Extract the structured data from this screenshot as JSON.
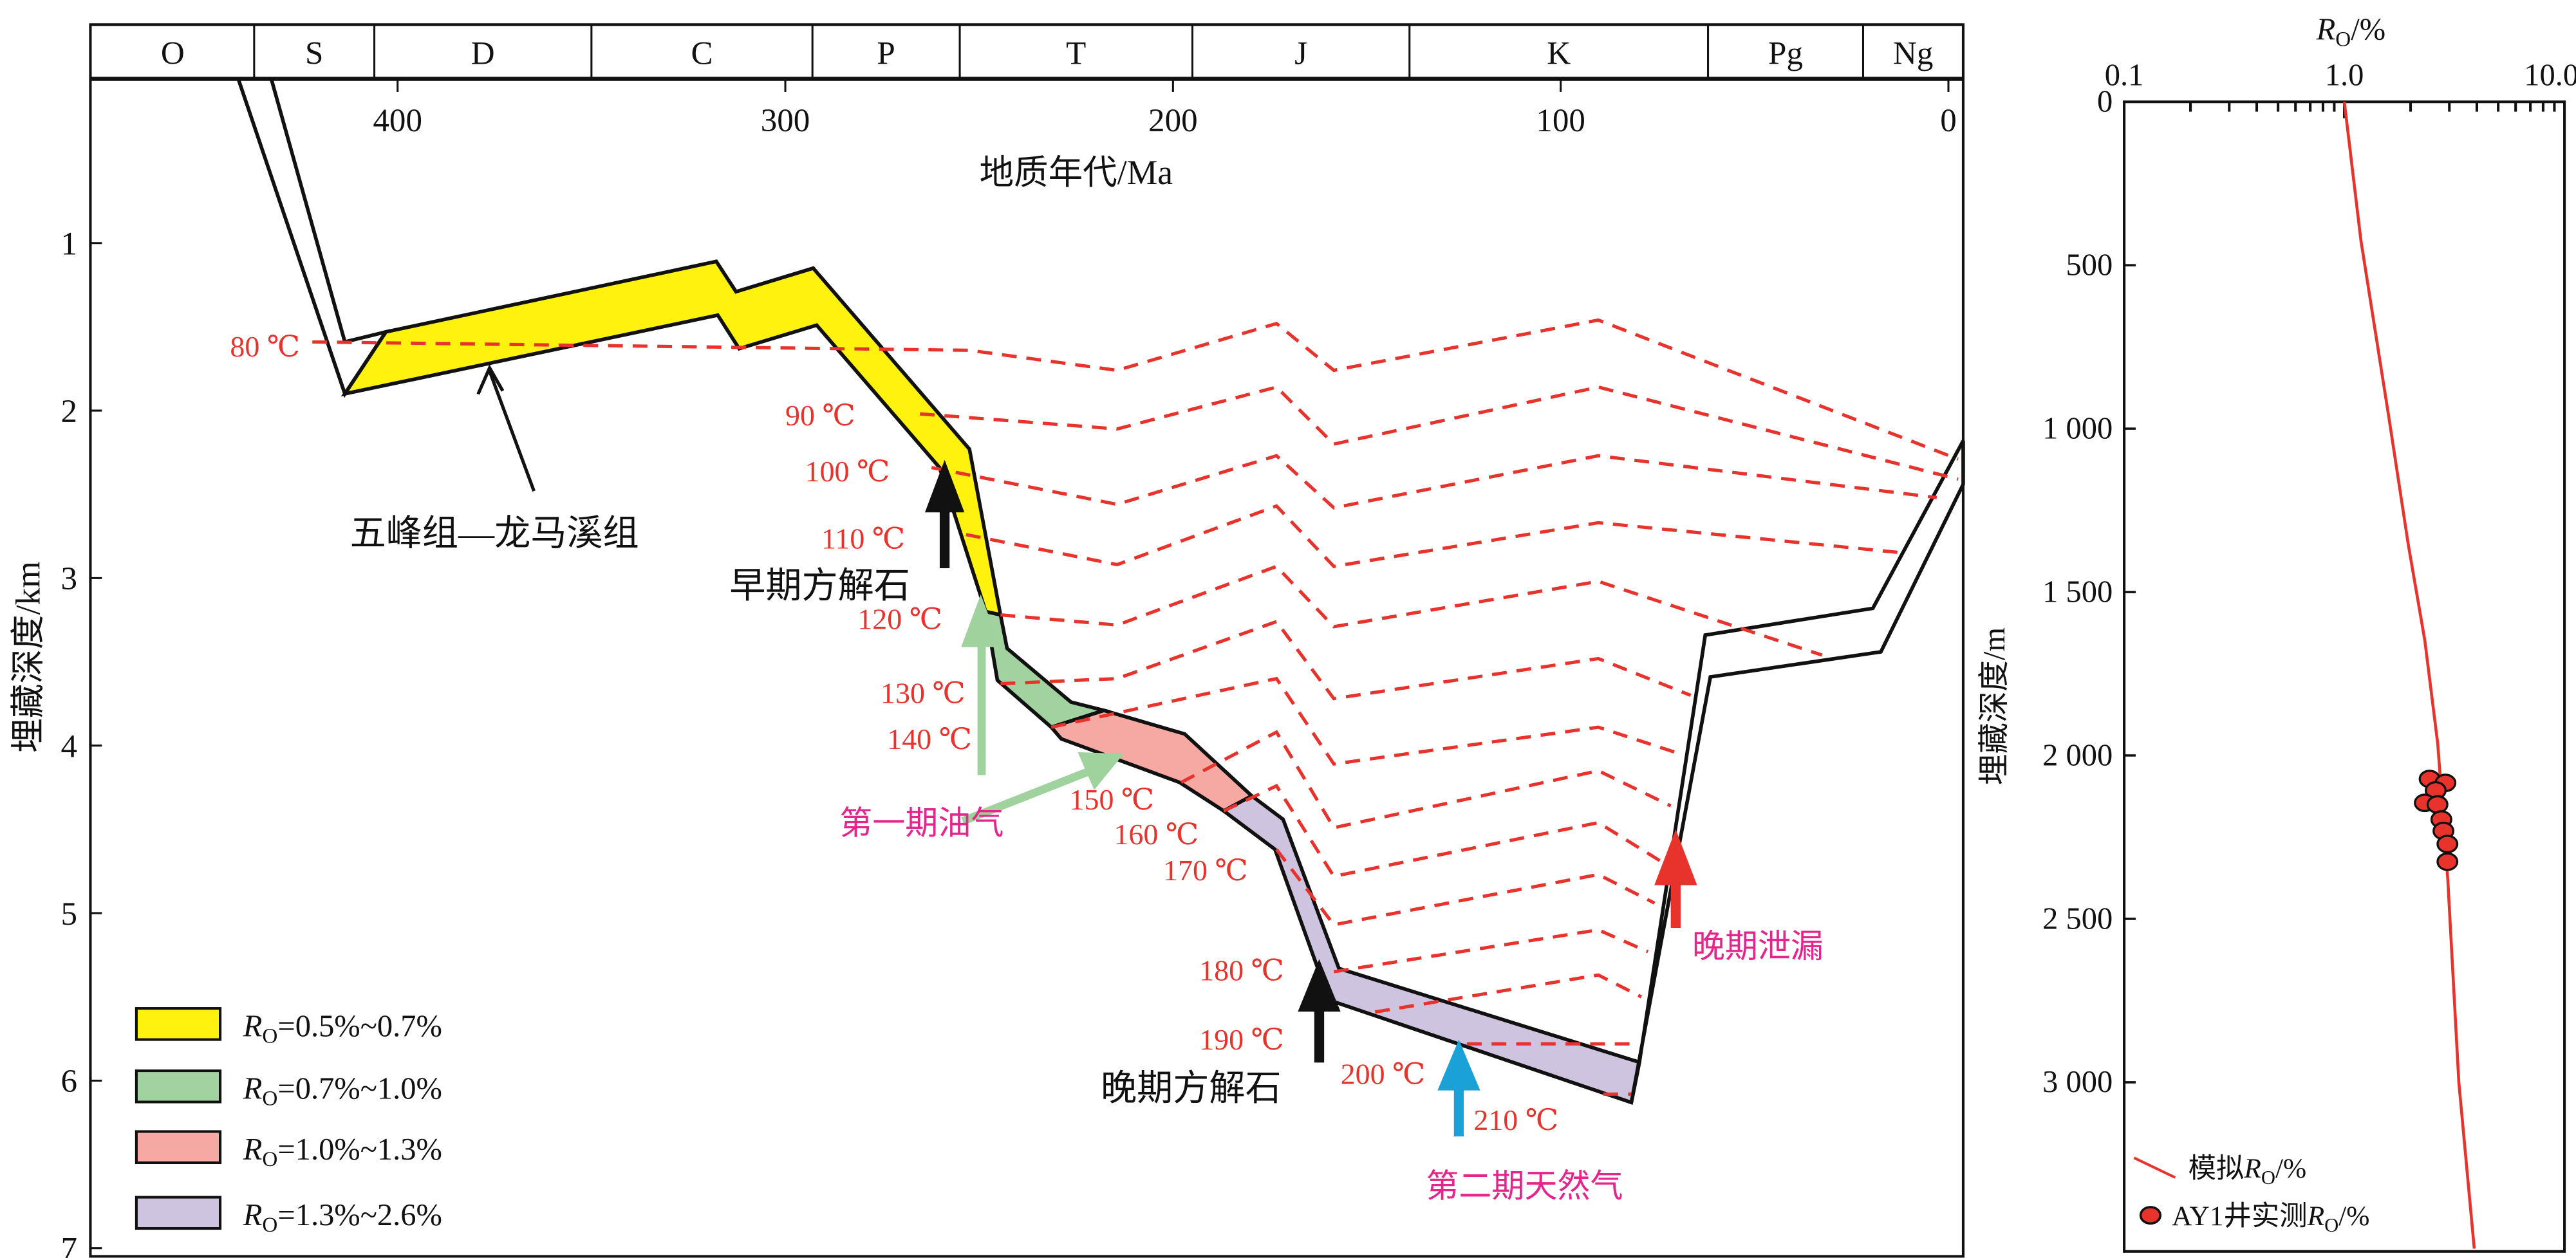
{
  "chart_data": [
    {
      "type": "line",
      "title": "",
      "xlabel": "地质年代/Ma",
      "ylabel": "埋藏深度/km",
      "xlim": [
        479,
        -4
      ],
      "ylim": [
        0,
        7.05
      ],
      "xticks": [
        400,
        300,
        200,
        100,
        0
      ],
      "xtick_labels": [
        "400",
        "300",
        "200",
        "100",
        "0"
      ],
      "yticks": [
        1,
        2,
        3,
        4,
        5,
        6,
        7
      ],
      "ytick_labels": [
        "1",
        "2",
        "3",
        "4",
        "5",
        "6",
        "7"
      ],
      "periods": [
        {
          "label": "O",
          "start": 479,
          "end": 437
        },
        {
          "label": "S",
          "start": 437,
          "end": 406
        },
        {
          "label": "D",
          "start": 406,
          "end": 350
        },
        {
          "label": "C",
          "start": 350,
          "end": 293
        },
        {
          "label": "P",
          "start": 293,
          "end": 255
        },
        {
          "label": "T",
          "start": 255,
          "end": 195
        },
        {
          "label": "J",
          "start": 195,
          "end": 139
        },
        {
          "label": "K",
          "start": 139,
          "end": 62
        },
        {
          "label": "Pg",
          "start": 62,
          "end": 22
        },
        {
          "label": "Ng",
          "start": 22,
          "end": -4
        }
      ],
      "formation_zones": [
        {
          "name": "immature-early",
          "color": "#ffffff",
          "points": [
            [
              441.1,
              0.02
            ],
            [
              432.6,
              0.02
            ],
            [
              413.6,
              1.59
            ],
            [
              403.0,
              1.53
            ],
            [
              413.6,
              1.9
            ]
          ]
        },
        {
          "name": "ro-0.5-0.7",
          "color": "#fff20f",
          "points": [
            [
              403.0,
              1.53
            ],
            [
              317.8,
              1.11
            ],
            [
              312.7,
              1.29
            ],
            [
              292.8,
              1.15
            ],
            [
              252.5,
              2.23
            ],
            [
              244.5,
              3.22
            ],
            [
              248.3,
              3.2
            ],
            [
              260.2,
              2.34
            ],
            [
              291.9,
              1.49
            ],
            [
              311.9,
              1.63
            ],
            [
              317.4,
              1.43
            ],
            [
              413.6,
              1.9
            ]
          ]
        },
        {
          "name": "ro-0.7-1.0",
          "color": "#a2d2a0",
          "points": [
            [
              244.5,
              3.22
            ],
            [
              242.8,
              3.42
            ],
            [
              226.3,
              3.74
            ],
            [
              217.8,
              3.79
            ],
            [
              231.4,
              3.89
            ],
            [
              245.3,
              3.61
            ],
            [
              248.3,
              3.2
            ]
          ]
        },
        {
          "name": "ro-1.0-1.3",
          "color": "#f6a9a3",
          "points": [
            [
              217.8,
              3.79
            ],
            [
              197.0,
              3.93
            ],
            [
              179.7,
              4.3
            ],
            [
              186.9,
              4.39
            ],
            [
              198.3,
              4.22
            ],
            [
              228.8,
              3.96
            ],
            [
              231.4,
              3.89
            ]
          ]
        },
        {
          "name": "ro-1.3-2.6",
          "color": "#cfc4df",
          "points": [
            [
              179.7,
              4.3
            ],
            [
              171.6,
              4.44
            ],
            [
              157.2,
              5.33
            ],
            [
              79.7,
              5.89
            ],
            [
              81.8,
              6.13
            ],
            [
              159.7,
              5.52
            ],
            [
              173.7,
              4.62
            ],
            [
              186.9,
              4.39
            ]
          ]
        },
        {
          "name": "uplift-late",
          "color": "#ffffff",
          "points": [
            [
              79.7,
              5.89
            ],
            [
              62.7,
              3.34
            ],
            [
              19.5,
              3.18
            ],
            [
              -3.8,
              2.18
            ],
            [
              -3.8,
              2.44
            ],
            [
              17.4,
              3.44
            ],
            [
              61.4,
              3.59
            ],
            [
              81.8,
              6.13
            ]
          ]
        }
      ],
      "isotherms": [
        {
          "label": "80 ℃",
          "points": [
            [
              422,
              1.59
            ],
            [
              252.5,
              1.64
            ],
            [
              214.4,
              1.76
            ],
            [
              173.3,
              1.48
            ],
            [
              158.5,
              1.76
            ],
            [
              90.3,
              1.46
            ],
            [
              -2.5,
              2.29
            ]
          ]
        },
        {
          "label": "90 ℃",
          "points": [
            [
              265.3,
              2.02
            ],
            [
              214.4,
              2.11
            ],
            [
              173.3,
              1.86
            ],
            [
              158.5,
              2.2
            ],
            [
              90.3,
              1.86
            ],
            [
              -2.5,
              2.41
            ]
          ]
        },
        {
          "label": "100 ℃",
          "points": [
            [
              262.3,
              2.34
            ],
            [
              214.4,
              2.56
            ],
            [
              173.3,
              2.27
            ],
            [
              158.5,
              2.58
            ],
            [
              90.3,
              2.27
            ],
            [
              3.0,
              2.52
            ]
          ]
        },
        {
          "label": "110 ℃",
          "points": [
            [
              253.4,
              2.74
            ],
            [
              214.4,
              2.92
            ],
            [
              173.3,
              2.57
            ],
            [
              158.5,
              2.93
            ],
            [
              90.3,
              2.67
            ],
            [
              11.4,
              2.85
            ]
          ]
        },
        {
          "label": "120 ℃",
          "points": [
            [
              244.5,
              3.22
            ],
            [
              214.4,
              3.28
            ],
            [
              173.3,
              2.93
            ],
            [
              158.5,
              3.29
            ],
            [
              90.3,
              3.02
            ],
            [
              32.6,
              3.46
            ]
          ]
        },
        {
          "label": "130 ℃",
          "points": [
            [
              244.5,
              3.63
            ],
            [
              214.4,
              3.6
            ],
            [
              173.3,
              3.26
            ],
            [
              158.5,
              3.72
            ],
            [
              90.3,
              3.48
            ],
            [
              66.5,
              3.7
            ]
          ]
        },
        {
          "label": "140 ℃",
          "points": [
            [
              231.4,
              3.89
            ],
            [
              173.3,
              3.6
            ],
            [
              158.5,
              4.11
            ],
            [
              90.3,
              3.89
            ],
            [
              69.1,
              4.05
            ]
          ]
        },
        {
          "label": "150 ℃",
          "points": [
            [
              197.9,
              4.22
            ],
            [
              173.3,
              3.92
            ],
            [
              158.5,
              4.49
            ],
            [
              90.3,
              4.15
            ],
            [
              71.6,
              4.36
            ]
          ]
        },
        {
          "label": "160 ℃",
          "points": [
            [
              186.9,
              4.39
            ],
            [
              173.3,
              4.24
            ],
            [
              158.5,
              4.78
            ],
            [
              90.3,
              4.46
            ],
            [
              74.2,
              4.69
            ]
          ]
        },
        {
          "label": "170 ℃",
          "points": [
            [
              173.3,
              4.62
            ],
            [
              158.5,
              5.07
            ],
            [
              90.3,
              4.77
            ],
            [
              75.8,
              4.94
            ]
          ]
        },
        {
          "label": "180 ℃",
          "points": [
            [
              158.5,
              5.35
            ],
            [
              90.3,
              5.1
            ],
            [
              77.5,
              5.23
            ]
          ]
        },
        {
          "label": "190 ℃",
          "points": [
            [
              147.9,
              5.59
            ],
            [
              90.3,
              5.37
            ],
            [
              79.2,
              5.5
            ]
          ]
        },
        {
          "label": "200 ℃",
          "points": [
            [
              124.2,
              5.78
            ],
            [
              80.5,
              5.78
            ]
          ]
        },
        {
          "label": "210 ℃",
          "points": [
            [
              89.0,
              6.08
            ],
            [
              81.8,
              6.08
            ]
          ]
        }
      ],
      "annotations": {
        "formation": "五峰组—龙马溪组",
        "early_calcite": "早期方解石",
        "first_oil_gas": "第一期油气",
        "late_calcite": "晚期方解石",
        "second_gas": "第二期天然气",
        "late_leakage": "晚期泄漏"
      },
      "legend": [
        {
          "r": "R",
          "sub": "O",
          "text": "=0.5%~0.7%",
          "color": "#fff20f"
        },
        {
          "r": "R",
          "sub": "O",
          "text": "=0.7%~1.0%",
          "color": "#a2d2a0"
        },
        {
          "r": "R",
          "sub": "O",
          "text": "=1.0%~1.3%",
          "color": "#f6a9a3"
        },
        {
          "r": "R",
          "sub": "O",
          "text": "=1.3%~2.6%",
          "color": "#cfc4df"
        }
      ],
      "legend_position": "bottom-left"
    },
    {
      "type": "line",
      "xlabel": {
        "r": "R",
        "sub": "O",
        "text": "/%"
      },
      "ylabel": "埋藏深度/m",
      "xscale": "log",
      "xlim": [
        0.1,
        10
      ],
      "ylim": [
        0,
        3510
      ],
      "xtick_labels": [
        "0.1",
        "1.0",
        "10.0"
      ],
      "xticks": [
        0.1,
        1,
        10
      ],
      "yticks": [
        0,
        500,
        1000,
        1500,
        2000,
        2500,
        3000
      ],
      "ytick_labels": [
        "0",
        "500",
        "1 000",
        "1 500",
        "2 000",
        "2 500",
        "3 000"
      ],
      "series": [
        {
          "name": "模拟",
          "sub": "O",
          "unit": "/%",
          "type": "line",
          "color": "#e8322c",
          "points": [
            [
              1.0,
              0
            ],
            [
              1.19,
              424
            ],
            [
              1.59,
              962
            ],
            [
              1.95,
              1354
            ],
            [
              2.32,
              1648
            ],
            [
              2.66,
              1966
            ],
            [
              2.95,
              2381
            ],
            [
              3.31,
              3000
            ],
            [
              3.89,
              3509
            ]
          ]
        },
        {
          "name": "AY1井实测",
          "sub": "O",
          "unit": "/%",
          "type": "scatter",
          "color": "#e8322c",
          "points": [
            [
              2.44,
              2072
            ],
            [
              2.88,
              2084
            ],
            [
              2.6,
              2107
            ],
            [
              2.32,
              2145
            ],
            [
              2.65,
              2150
            ],
            [
              2.76,
              2196
            ],
            [
              2.82,
              2231
            ],
            [
              2.94,
              2271
            ],
            [
              2.94,
              2325
            ]
          ]
        }
      ],
      "legend_position": "bottom-left"
    }
  ]
}
